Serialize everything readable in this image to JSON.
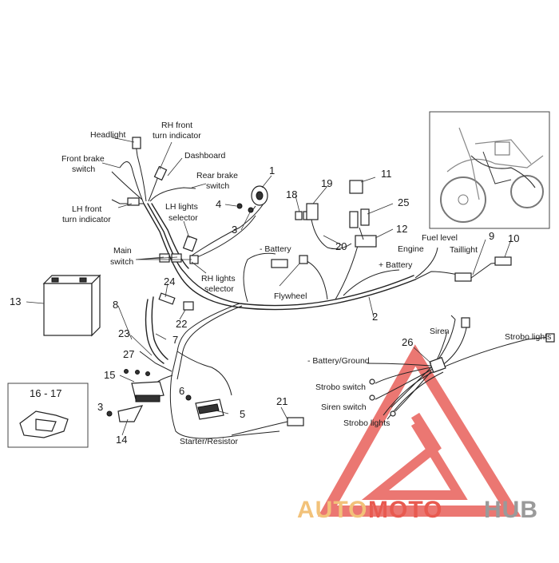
{
  "labels": {
    "headlight": "Headlight",
    "rh_front_turn_1": "RH front",
    "rh_front_turn_2": "turn indicator",
    "dashboard": "Dashboard",
    "front_brake_1": "Front brake",
    "front_brake_2": "switch",
    "rear_brake_1": "Rear brake",
    "rear_brake_2": "switch",
    "lh_front_turn_1": "LH front",
    "lh_front_turn_2": "turn indicator",
    "lh_lights_1": "LH lights",
    "lh_lights_2": "selector",
    "main_switch_1": "Main",
    "main_switch_2": "switch",
    "rh_lights_1": "RH lights",
    "rh_lights_2": "selector",
    "minus_battery": "- Battery",
    "flywheel": "Flywheel",
    "engine": "Engine",
    "plus_battery": "+ Battery",
    "fuel_level": "Fuel level",
    "taillight": "Taillight",
    "siren": "Siren",
    "strobo_lights": "Strobo lights",
    "battery_ground": "- Battery/Ground",
    "strobo_switch": "Strobo switch",
    "siren_switch": "Siren switch",
    "strobo_lights_2": "Strobo lights",
    "starter_resistor": "Starter/Resistor",
    "inset_range": "16 - 17"
  },
  "numbers": {
    "n1": "1",
    "n2": "2",
    "n3a": "3",
    "n3b": "3",
    "n4": "4",
    "n5": "5",
    "n6": "6",
    "n7": "7",
    "n8": "8",
    "n9": "9",
    "n10": "10",
    "n11": "11",
    "n12": "12",
    "n13": "13",
    "n14": "14",
    "n15": "15",
    "n18": "18",
    "n19": "19",
    "n20": "20",
    "n21": "21",
    "n22": "22",
    "n23": "23",
    "n24": "24",
    "n25": "25",
    "n26": "26",
    "n27": "27"
  },
  "watermark": {
    "part_auto": "AUTO",
    "part_moto": "MOTO",
    "part_hub": "HUB",
    "color_auto": "#f2c27a",
    "color_moto": "#e85a50",
    "color_hub": "#9a9a9a",
    "triangle_color": "#e8605a"
  }
}
